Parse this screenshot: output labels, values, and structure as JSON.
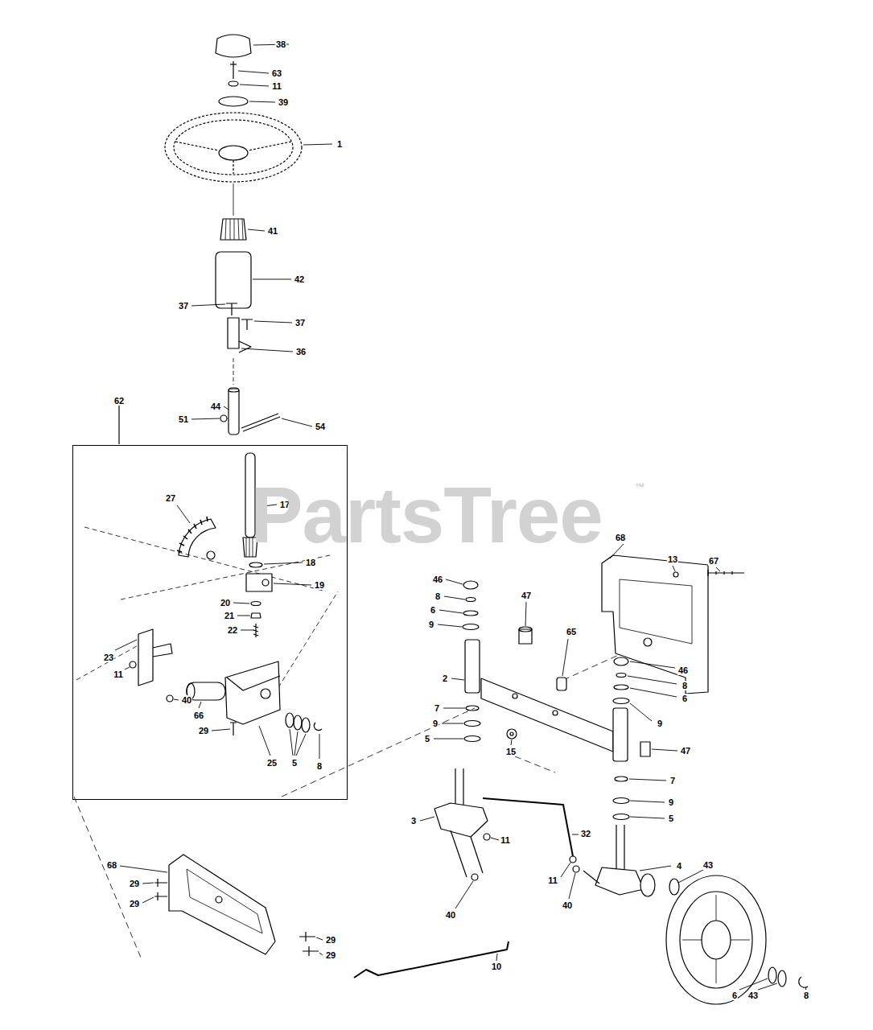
{
  "diagram": {
    "nodes": [
      {
        "text": [
          "62"
        ]
      }
    ],
    "labels": [
      "38",
      "63",
      "11",
      "39",
      "1",
      "41",
      "42",
      "37",
      "37",
      "36",
      "44",
      "51",
      "54",
      "27",
      "17",
      "18",
      "19",
      "20",
      "21",
      "22",
      "23",
      "11",
      "40",
      "66",
      "29",
      "25",
      "5",
      "8",
      "68",
      "13",
      "67",
      "46",
      "47",
      "8",
      "6",
      "9",
      "65",
      "2",
      "46",
      "8",
      "6",
      "9",
      "7",
      "9",
      "5",
      "15",
      "47",
      "7",
      "9",
      "5",
      "3",
      "32",
      "11",
      "4",
      "43",
      "11",
      "68",
      "29",
      "29",
      "40",
      "40",
      "29",
      "29",
      "10",
      "6",
      "43",
      "8",
      "PartsTree",
      "™"
    ]
  }
}
